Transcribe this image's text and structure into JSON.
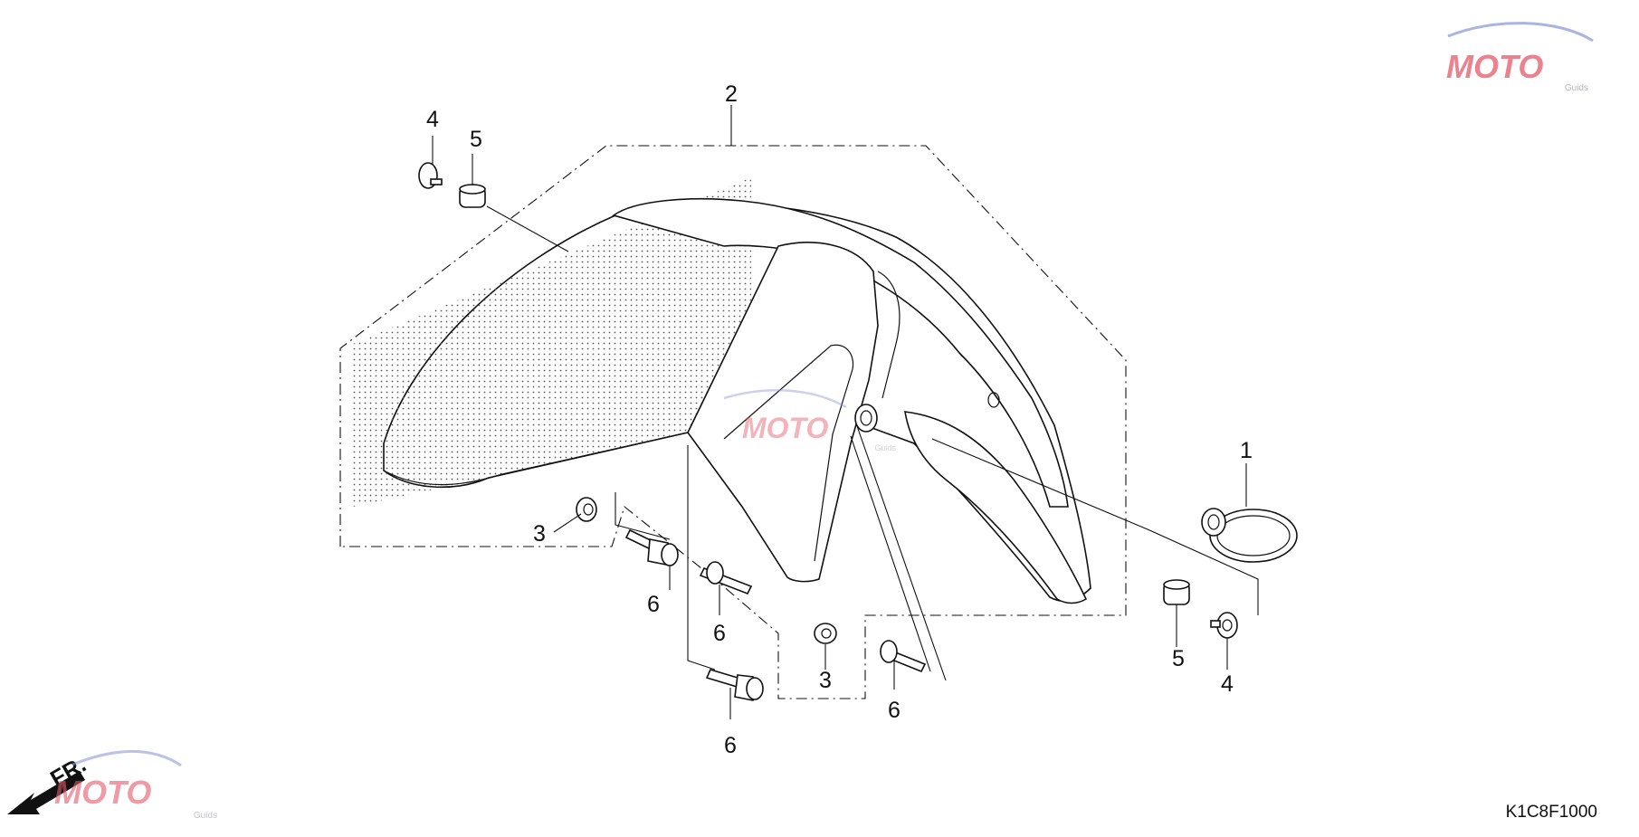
{
  "diagram": {
    "drawing_code": "K1C8F1000",
    "direction_label": "FR.",
    "watermark": {
      "text": "MOTO",
      "subtext": "Guids"
    },
    "callouts": [
      {
        "id": "1",
        "text": "1"
      },
      {
        "id": "2",
        "text": "2"
      },
      {
        "id": "3a",
        "text": "3"
      },
      {
        "id": "3b",
        "text": "3"
      },
      {
        "id": "4a",
        "text": "4"
      },
      {
        "id": "4b",
        "text": "4"
      },
      {
        "id": "5a",
        "text": "5"
      },
      {
        "id": "5b",
        "text": "5"
      },
      {
        "id": "6a",
        "text": "6"
      },
      {
        "id": "6b",
        "text": "6"
      },
      {
        "id": "6c",
        "text": "6"
      },
      {
        "id": "6d",
        "text": "6"
      }
    ]
  },
  "colors": {
    "line": "#111111",
    "watermark_red": "#e35a6a",
    "watermark_grey": "#9a9aa8",
    "watermark_blue": "#8f9ad8"
  }
}
